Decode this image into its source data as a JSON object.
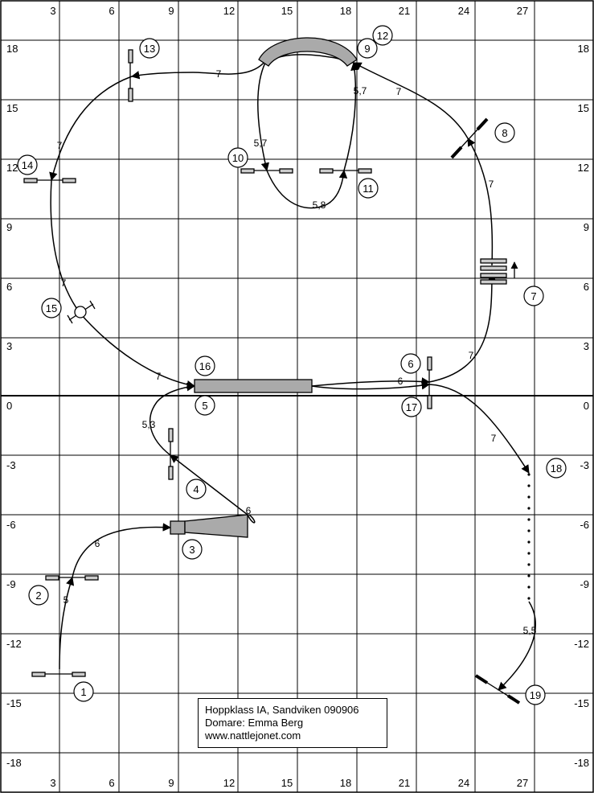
{
  "x_ticks": [
    "3",
    "6",
    "9",
    "12",
    "15",
    "18",
    "21",
    "24",
    "27"
  ],
  "y_ticks": [
    "18",
    "15",
    "12",
    "9",
    "6",
    "3",
    "0",
    "-3",
    "-6",
    "-9",
    "-12",
    "-15",
    "-18"
  ],
  "obstacle_numbers": [
    "1",
    "2",
    "3",
    "4",
    "5",
    "6",
    "7",
    "8",
    "9",
    "10",
    "11",
    "12",
    "13",
    "14",
    "15",
    "16",
    "17",
    "18",
    "19"
  ],
  "distances": [
    "5",
    "6",
    "6",
    "5,3",
    "7",
    "6",
    "7",
    "7",
    "7",
    "5,7",
    "5,8",
    "5,7",
    "7",
    "7",
    "7",
    "7",
    "5,5"
  ],
  "info": {
    "line1": "Hoppklass IA, Sandviken 090906",
    "line2": "Domare: Emma Berg",
    "line3": "www.nattlejonet.com"
  }
}
